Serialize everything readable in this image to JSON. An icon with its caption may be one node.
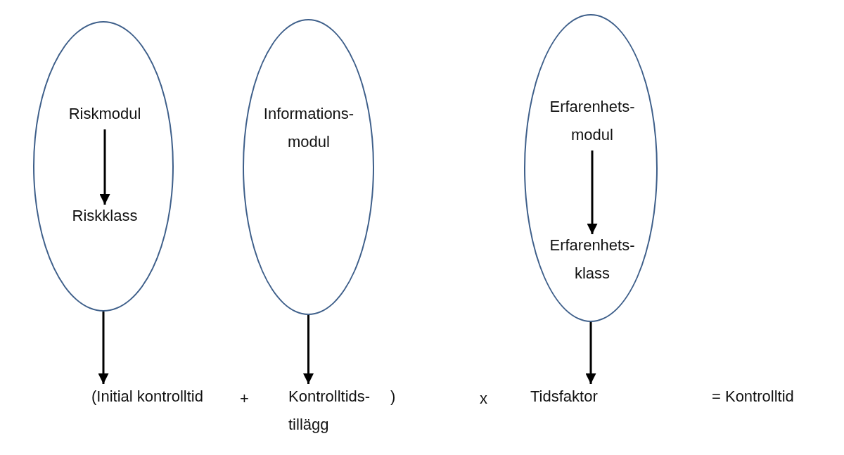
{
  "diagram": {
    "nodes": [
      {
        "text": [],
        "shape": "ellipse"
      },
      {
        "text": [
          "Riskmodul"
        ],
        "in": 0
      },
      {
        "text": [
          "Riskklass"
        ],
        "in": 0
      },
      {
        "text": [
          "Informations- modul"
        ]
      },
      {
        "text": [],
        "shape": "ellipse"
      },
      {
        "text": [
          "Erfarenhets- modul"
        ],
        "in": 4
      },
      {
        "text": [
          "Erfarenhets- klass"
        ],
        "in": 4
      },
      {
        "text": [
          "(Initial kontrolltid"
        ]
      },
      {
        "text": [
          "Kontrolltids- tillägg"
        ]
      },
      {
        "text": [
          "Tidsfaktor"
        ]
      }
    ],
    "edges": [
      {
        "from": 1,
        "to": 2,
        "arrow": "to"
      },
      {
        "from": 5,
        "to": 6,
        "arrow": "to"
      },
      {
        "from": 0,
        "to": 7,
        "arrow": "to"
      },
      {
        "from": 3,
        "to": 8,
        "arrow": "to"
      },
      {
        "from": 4,
        "to": 9,
        "arrow": "to"
      }
    ],
    "labels": [
      "+",
      ")",
      "x",
      "= Kontrolltid"
    ]
  }
}
